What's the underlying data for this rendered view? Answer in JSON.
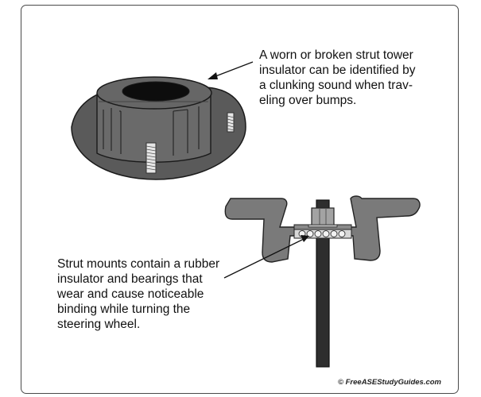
{
  "callouts": {
    "top": [
      "A worn or broken strut tower",
      "insulator can be identified by",
      "a clunking sound when trav-",
      "eling over bumps."
    ],
    "bottom": [
      "Strut mounts contain a rubber",
      "insulator and bearings that",
      "wear and cause noticeable",
      "binding while turning the",
      "steering wheel."
    ]
  },
  "credit": "© FreeASEStudyGuides.com",
  "colors": {
    "rubber": "#5a5a5a",
    "rubber_light": "#6e6e6e",
    "bracket": "#7a7a7a",
    "nut": "#a3a3a3",
    "bearing": "#d4d4d4",
    "stud": "#2e2e2e",
    "outline": "#1a1a1a"
  }
}
